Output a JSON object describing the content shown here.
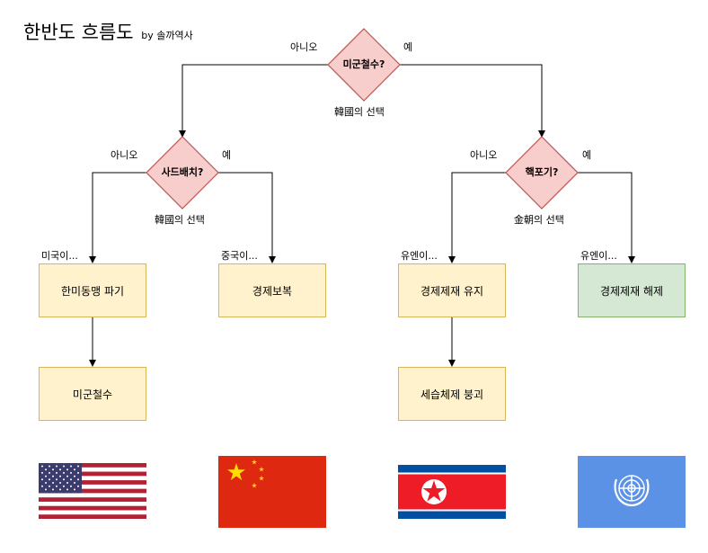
{
  "title": "한반도 흐름도",
  "subtitle": "by 솔까역사",
  "decisions": {
    "root": {
      "question": "미군철수?",
      "no_label": "아니오",
      "yes_label": "예",
      "caption": "韓國의 선택"
    },
    "left": {
      "question": "사드배치?",
      "no_label": "아니오",
      "yes_label": "예",
      "caption": "韓國의 선택"
    },
    "right": {
      "question": "핵포기?",
      "no_label": "아니오",
      "yes_label": "예",
      "caption": "金朝의 선택"
    }
  },
  "outcomes": {
    "usa": {
      "edge_label": "미국이...",
      "box": "한미동맹 파기",
      "next": "미군철수",
      "color": "#fff2cc"
    },
    "china": {
      "edge_label": "중국이...",
      "box": "경제보복",
      "color": "#fff2cc"
    },
    "un_keep": {
      "edge_label": "유엔이...",
      "box": "경제제재 유지",
      "next": "세습체제 붕괴",
      "color": "#fff2cc"
    },
    "un_lift": {
      "edge_label": "유엔이...",
      "box": "경제제재 해제",
      "color": "#d5e8d4"
    }
  },
  "colors": {
    "decision_fill": "#f8cecc",
    "decision_stroke": "#b85450",
    "yellow_stroke": "#d6b656",
    "green_stroke": "#82b366"
  },
  "flags": [
    "usa-flag",
    "china-flag",
    "north-korea-flag",
    "un-flag"
  ]
}
